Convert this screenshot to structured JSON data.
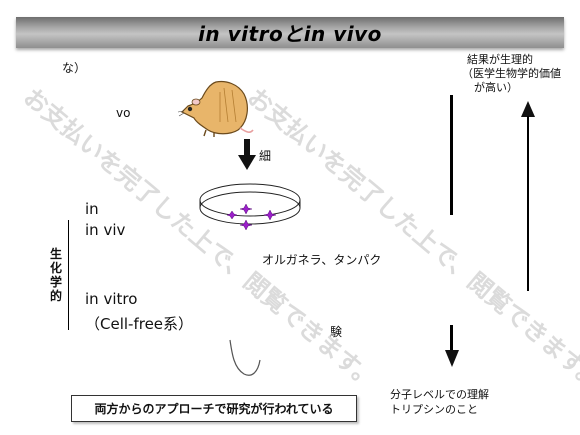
{
  "title": "in vitroとin vivo",
  "left_labels": {
    "top_fragment": "な）",
    "vivo_fragment": "vo",
    "in_1": "in",
    "in_vivo_fragment": "in viv",
    "biochem_vertical": [
      "生",
      "化",
      "学",
      "的"
    ],
    "in_vitro": "in vitro",
    "cell_free": "（Cell-free系）"
  },
  "middle_labels": {
    "cell_fragment": "細",
    "organelle_protein": "オルガネラ、タンパク",
    "experiment_fragment": "験"
  },
  "right_notes": {
    "result_line1": "結果が生理的",
    "result_line2": "（医学生物学的価値",
    "result_line3": "が高い）",
    "molecular_line1": "分子レベルでの理解",
    "molecular_line2": "トリプシンのこと"
  },
  "summary": "両方からのアプローチで研究が行われている",
  "watermark": "お支払いを完了した上で、閲覧できます。",
  "colors": {
    "title_bar": "#a9a9a9",
    "cell_purple": "#9b1fc9",
    "rat_fur": "#e8b56a",
    "watermark": "#bebebe"
  }
}
